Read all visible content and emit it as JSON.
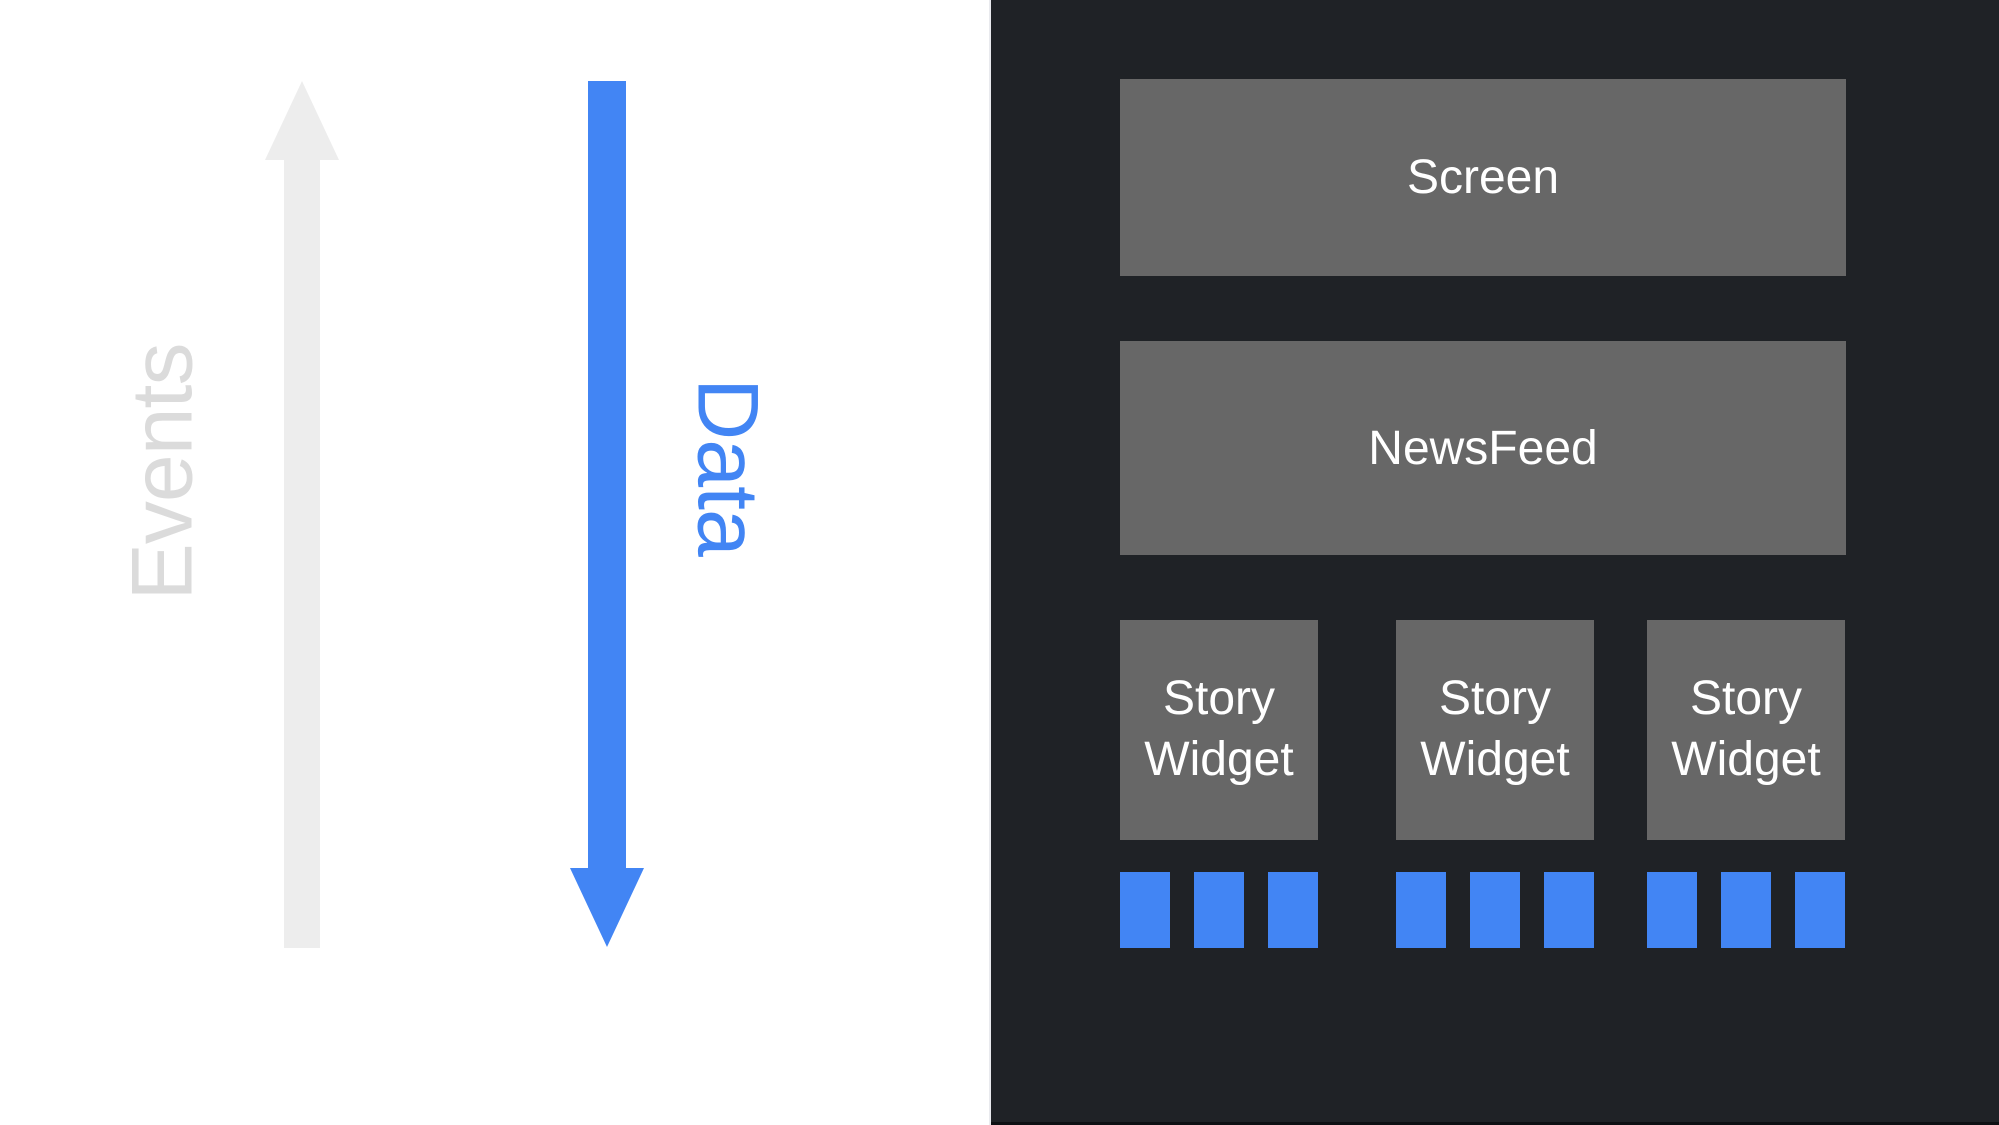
{
  "slide": {
    "left": {
      "events_label": "Events",
      "data_label": "Data"
    },
    "right": {
      "screen_label": "Screen",
      "newsfeed_label": "NewsFeed",
      "story_widgets": [
        {
          "label": "Story Widget"
        },
        {
          "label": "Story Widget"
        },
        {
          "label": "Story Widget"
        }
      ]
    },
    "colors": {
      "left_bg": "#FFFFFF",
      "panel_dark": "#1F2226",
      "box_gray": "#676767",
      "box_label": "#FFFFFF",
      "accent_blue": "#4285F4",
      "arrow_light": "#EDEDED",
      "events_text": "#DBDBDB",
      "divider_light": "#E9EAEE",
      "bottom_edge": "#0E1013"
    }
  }
}
